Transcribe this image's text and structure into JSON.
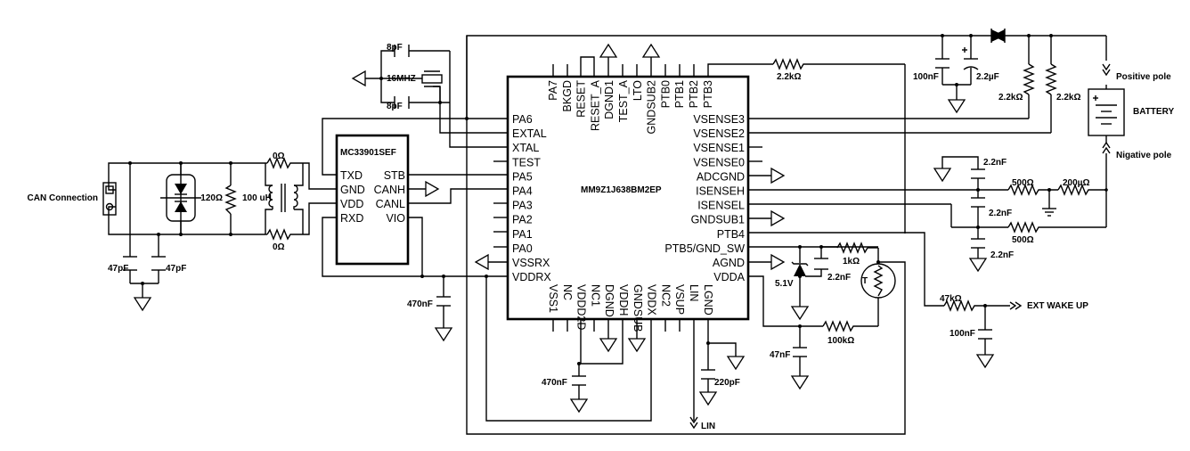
{
  "mcu": {
    "part": "MM9Z1J638BM2EP",
    "top_pins": [
      "PA7",
      "BKGD",
      "RESET",
      "RESET_A",
      "DGND1",
      "TEST_A",
      "LTO",
      "GNDSUB2",
      "PTB0",
      "PTB1",
      "PTB2",
      "PTB3"
    ],
    "left_pins": [
      "PA6",
      "EXTAL",
      "XTAL",
      "TEST",
      "PA5",
      "PA4",
      "PA3",
      "PA2",
      "PA1",
      "PA0",
      "VSSRX",
      "VDDRX"
    ],
    "right_pins": [
      "VSENSE3",
      "VSENSE2",
      "VSENSE1",
      "VSENSE0",
      "ADCGND",
      "ISENSEH",
      "ISENSEL",
      "GNDSUB1",
      "PTB4",
      "PTB5/GND_SW",
      "AGND",
      "VDDA"
    ],
    "bottom_pins": [
      "VSS1",
      "NC",
      "VDDD2D",
      "NC1",
      "DGND",
      "VDDH",
      "GNDSUB",
      "VDDX",
      "NC2",
      "VSUP",
      "LIN",
      "LGND"
    ]
  },
  "transceiver": {
    "part": "MC33901SEF",
    "left_pins": [
      "TXD",
      "GND",
      "VDD",
      "RXD"
    ],
    "right_pins": [
      "STB",
      "CANH",
      "CANL",
      "VIO"
    ]
  },
  "labels": {
    "can_connection": "CAN Connection",
    "r_term": "120Ω",
    "r_top": "0Ω",
    "r_bot": "0Ω",
    "choke": "100 uH",
    "c_can1": "47pF",
    "c_can2": "47pF",
    "c_vddrx": "470nF",
    "c_x1": "8pF",
    "c_x2": "8pF",
    "crystal": "16MHZ",
    "c_vdd": "470nF",
    "c_vsup": "220pF",
    "lin": "LIN",
    "r_ptb3": "2.2kΩ",
    "c_100n": "100nF",
    "c_2u2": "2.2µF",
    "r_vs3": "2.2kΩ",
    "r_vs2": "2.2kΩ",
    "battery": "BATTERY",
    "pos_pole": "Positive pole",
    "neg_pole": "Nigative pole",
    "c_is1": "2.2nF",
    "c_is2": "2.2nF",
    "c_is3": "2.2nF",
    "r_is1": "500Ω",
    "r_is2": "500Ω",
    "r_shunt": "200µΩ",
    "zener": "5.1V",
    "c_z": "2.2nF",
    "r_1k": "1kΩ",
    "thermistor": "T",
    "c_47n": "47nF",
    "r_100k": "100kΩ",
    "r_47k": "47kΩ",
    "c_wake": "100nF",
    "ext_wake": "EXT WAKE UP"
  }
}
